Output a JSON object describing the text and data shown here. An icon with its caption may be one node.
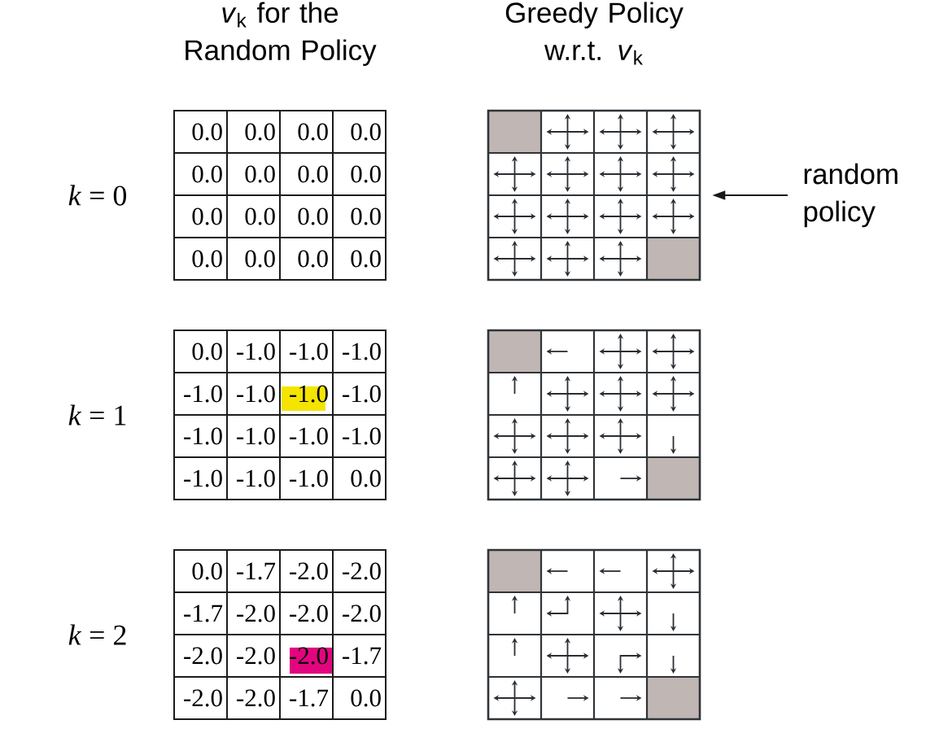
{
  "diagram": {
    "nodes": [
      {
        "text": [],
        "shape": "box"
      },
      {
        "text": [
          "random policy"
        ]
      }
    ],
    "edges": [
      {
        "from": 1,
        "to": 0,
        "arrow": "to"
      }
    ],
    "labels": [
      "*v*$_{k}$ for the Random Policy",
      "Greedy Policy w.r.t. *v*$_{k}$",
      "*k* = 0",
      "0.0",
      "0.0",
      "0.0",
      "0.0",
      "0.0",
      "0.0",
      "0.0",
      "0.0",
      "0.0",
      "0.0",
      "0.0",
      "0.0",
      "0.0",
      "0.0",
      "0.0",
      "0.0",
      "*k* = 1",
      "0.0",
      "-1.0",
      "-1.0",
      "-1.0",
      "-1.0",
      "-1.0",
      "-1.0",
      "-1.0",
      "-1.0",
      "-1.0",
      "-1.0",
      "-1.0",
      "-1.0",
      "-1.0",
      "-1.0",
      "0.0",
      "*k* = 2",
      "0.0",
      "-1.7",
      "-2.0",
      "-2.0",
      "-1.7",
      "-2.0",
      "-2.0",
      "-2.0",
      "-2.0",
      "-2.0",
      "-2.0",
      "-1.7",
      "-2.0",
      "-2.0",
      "-1.7",
      "0.0"
    ]
  }
}
